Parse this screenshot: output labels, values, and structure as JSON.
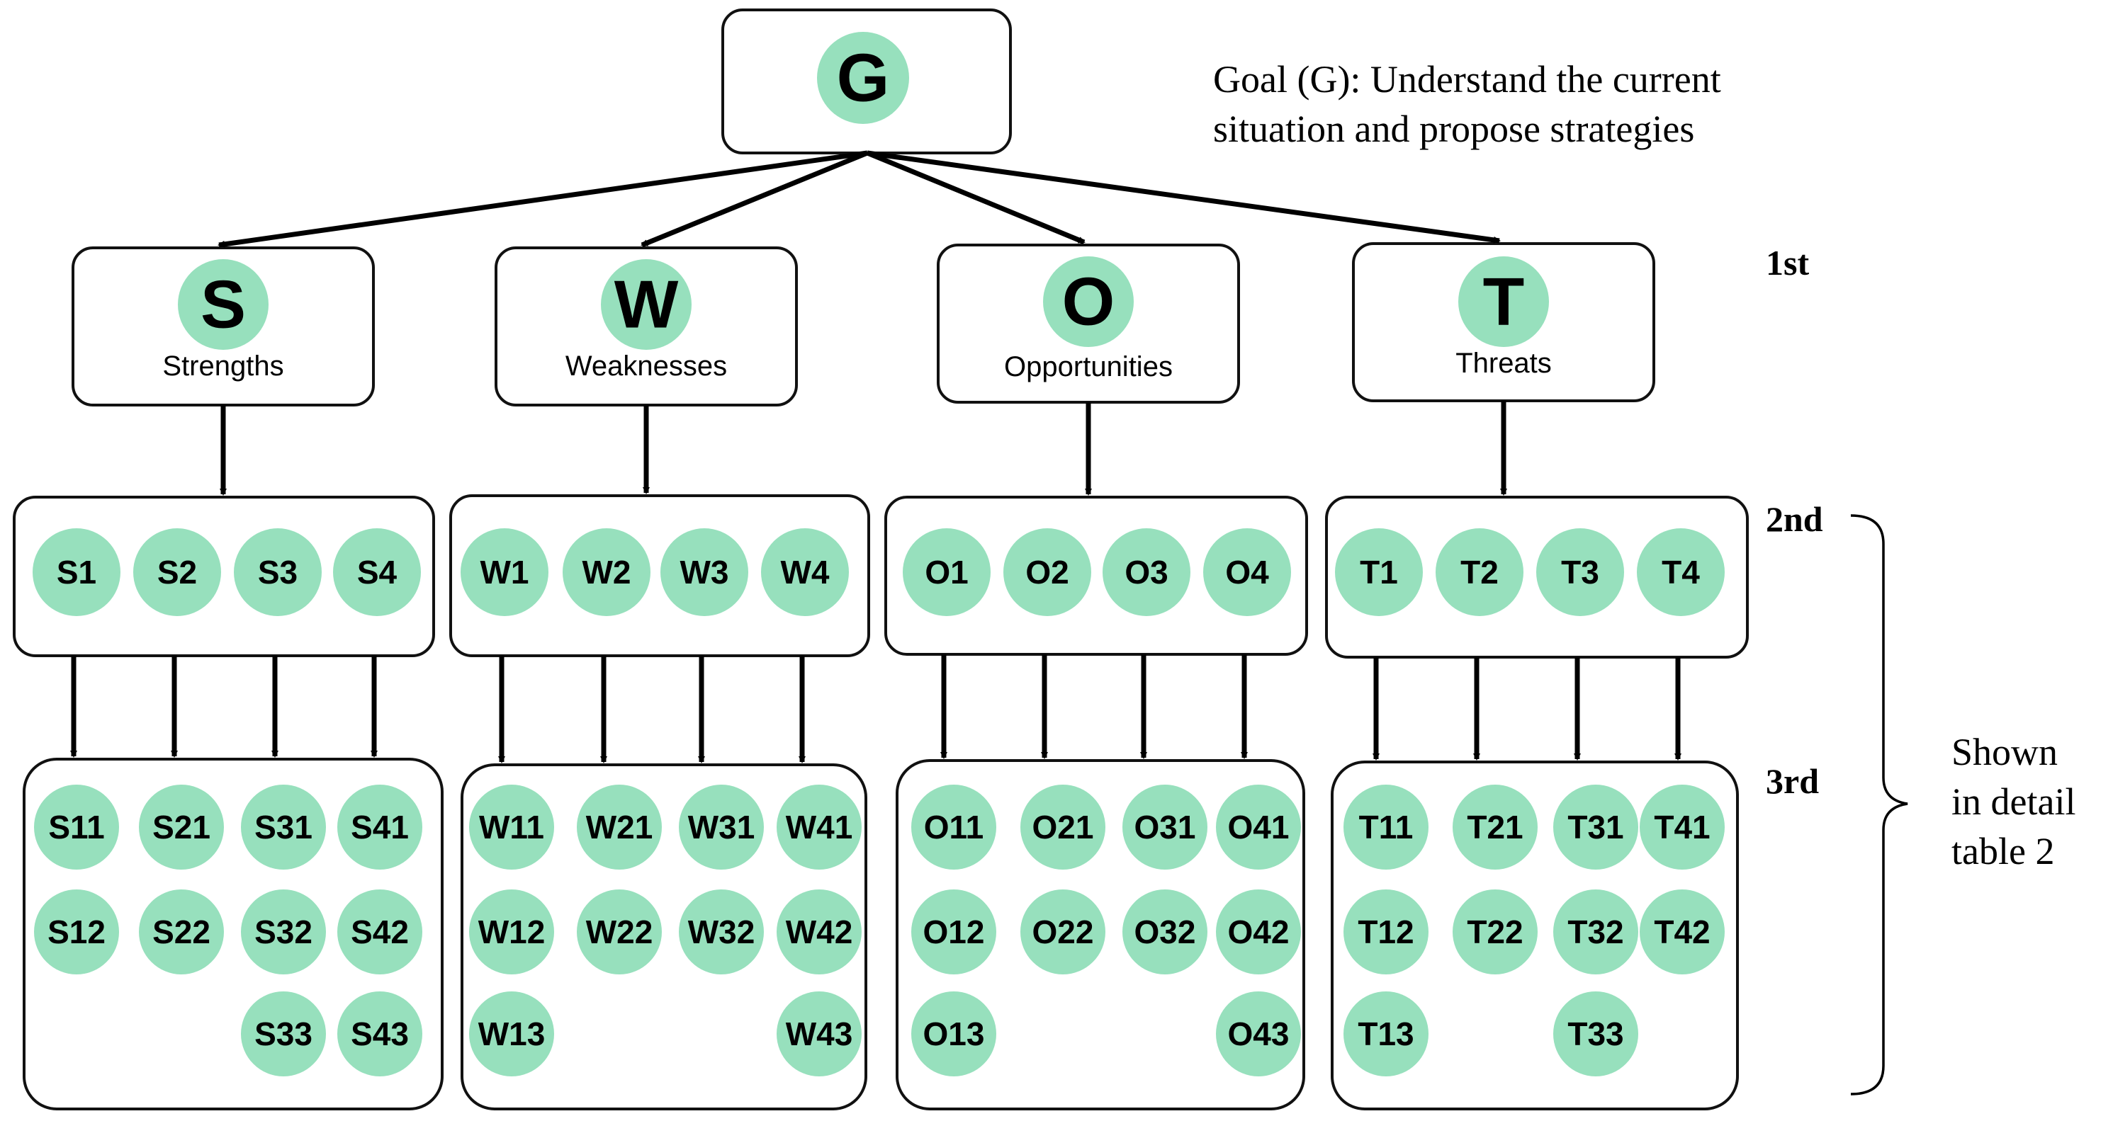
{
  "goal": {
    "letter": "G",
    "description_lines": [
      "Goal (G): Understand the current",
      "situation and propose strategies"
    ]
  },
  "levels": [
    "1st",
    "2nd",
    "3rd"
  ],
  "brace_note_lines": [
    "Shown",
    "in detail",
    "table 2"
  ],
  "categories": [
    {
      "letter": "S",
      "caption": "Strengths",
      "second": [
        "S1",
        "S2",
        "S3",
        "S4"
      ],
      "third": [
        [
          "S11",
          "S12"
        ],
        [
          "S21",
          "S22"
        ],
        [
          "S31",
          "S32",
          "S33"
        ],
        [
          "S41",
          "S42",
          "S43"
        ]
      ]
    },
    {
      "letter": "W",
      "caption": "Weaknesses",
      "second": [
        "W1",
        "W2",
        "W3",
        "W4"
      ],
      "third": [
        [
          "W11",
          "W12",
          "W13"
        ],
        [
          "W21",
          "W22"
        ],
        [
          "W31",
          "W32"
        ],
        [
          "W41",
          "W42",
          "W43"
        ]
      ]
    },
    {
      "letter": "O",
      "caption": "Opportunities",
      "second": [
        "O1",
        "O2",
        "O3",
        "O4"
      ],
      "third": [
        [
          "O11",
          "O12",
          "O13"
        ],
        [
          "O21",
          "O22"
        ],
        [
          "O31",
          "O32"
        ],
        [
          "O41",
          "O42",
          "O43"
        ]
      ]
    },
    {
      "letter": "T",
      "caption": "Threats",
      "second": [
        "T1",
        "T2",
        "T3",
        "T4"
      ],
      "third": [
        [
          "T11",
          "T12",
          "T13"
        ],
        [
          "T21",
          "T22"
        ],
        [
          "T31",
          "T32",
          "T33"
        ],
        [
          "T41",
          "T42"
        ]
      ]
    }
  ],
  "colors": {
    "node_fill": "#97e0bd",
    "stroke": "#000000"
  }
}
